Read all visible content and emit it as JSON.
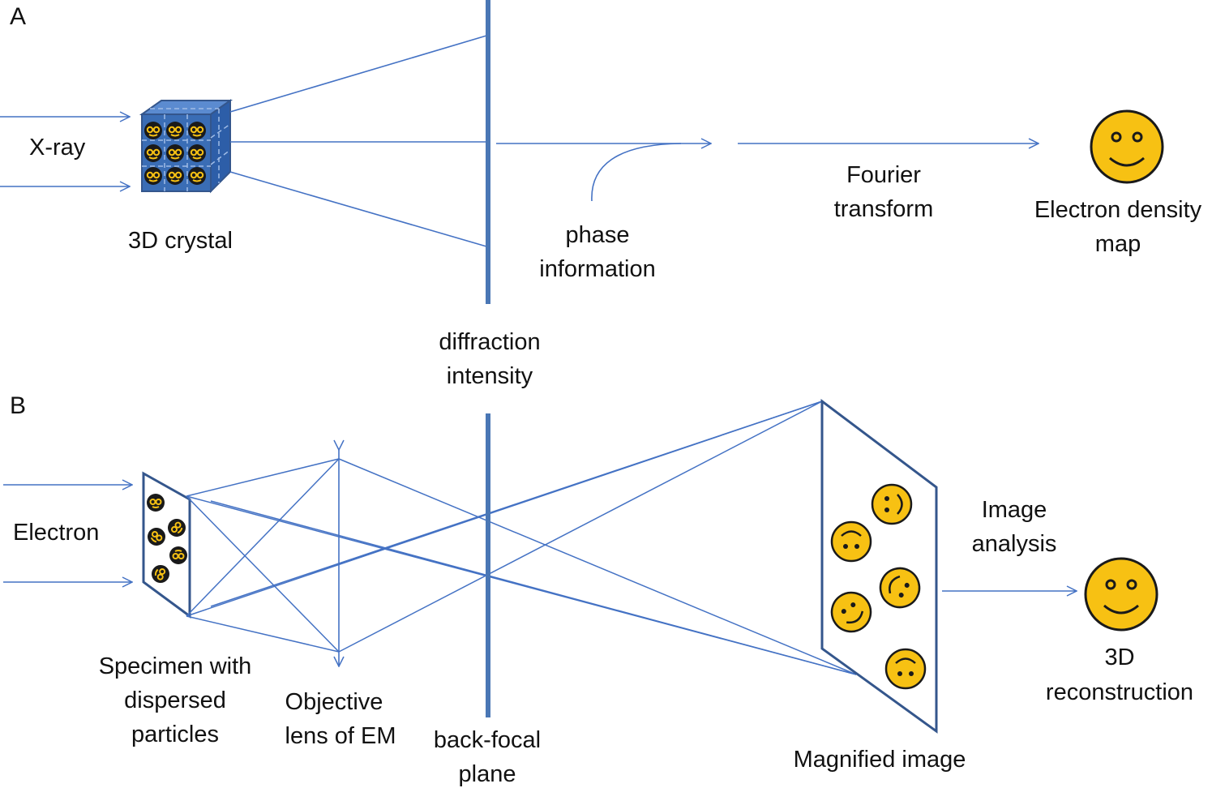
{
  "panels": {
    "a": "A",
    "b": "B"
  },
  "labels": {
    "x_ray": "X-ray",
    "crystal": "3D crystal",
    "diffraction_1": "diffraction",
    "diffraction_2": "intensity",
    "phase_1": "phase",
    "phase_2": "information",
    "fourier_1": "Fourier",
    "fourier_2": "transform",
    "density_1": "Electron density",
    "density_2": "map",
    "electron": "Electron",
    "specimen_1": "Specimen with",
    "specimen_2": "dispersed",
    "specimen_3": "particles",
    "objective_1": "Objective",
    "objective_2": "lens of EM",
    "backfocal_1": "back-focal",
    "backfocal_2": "plane",
    "magnified": "Magnified image",
    "analysis_1": "Image",
    "analysis_2": "analysis",
    "recon_1": "3D",
    "recon_2": "reconstruction"
  },
  "colors": {
    "ray": "#4472c4",
    "plane": "#4a77b5",
    "outline": "#34568c",
    "face": "#f7c113",
    "crystal_fill": "#3a6db5",
    "particle_bg": "#1a1a1a"
  }
}
